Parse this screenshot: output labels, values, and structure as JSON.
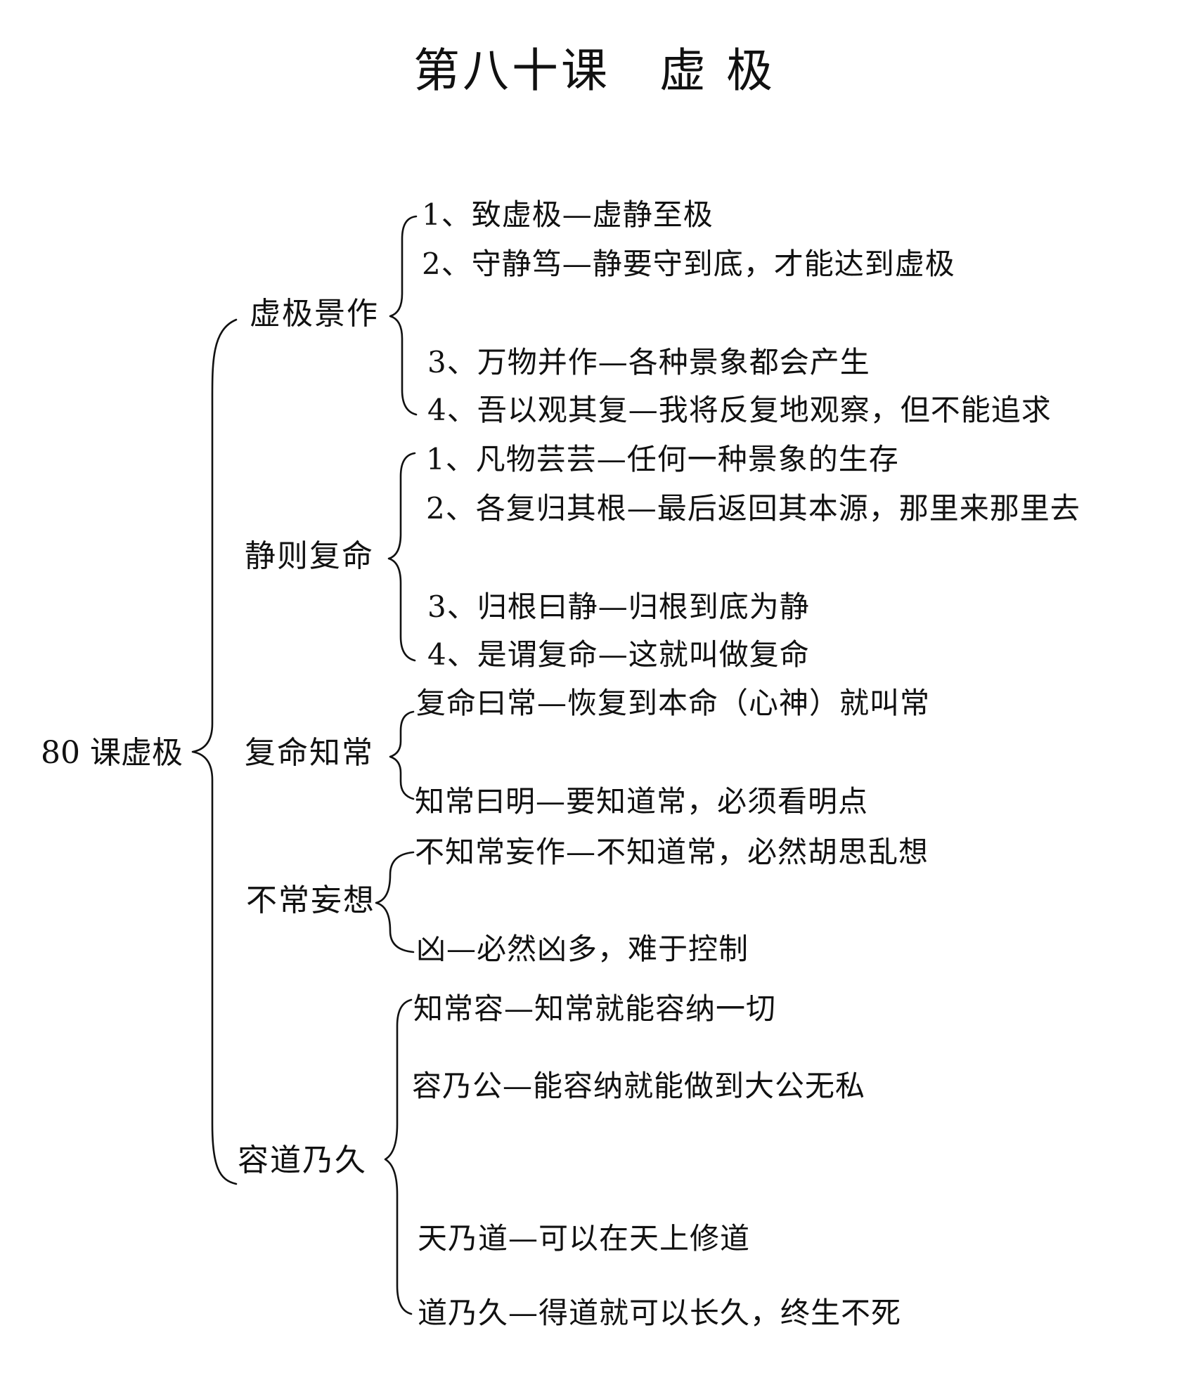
{
  "title": "第八十课　虚 极",
  "root": "80 课虚极",
  "branches": [
    {
      "label": "虚极景作",
      "items": [
        "1、致虚极—虚静至极",
        "2、守静笃—静要守到底，才能达到虚极",
        "3、万物并作—各种景象都会产生",
        "4、吾以观其复—我将反复地观察，但不能追求"
      ]
    },
    {
      "label": "静则复命",
      "items": [
        "1、凡物芸芸—任何一种景象的生存",
        "2、各复归其根—最后返回其本源，那里来那里去",
        "3、归根曰静—归根到底为静",
        "4、是谓复命—这就叫做复命"
      ]
    },
    {
      "label": "复命知常",
      "items": [
        "复命曰常—恢复到本命（心神）就叫常",
        "知常曰明—要知道常，必须看明点"
      ]
    },
    {
      "label": "不常妄想",
      "items": [
        "不知常妄作—不知道常，必然胡思乱想",
        "凶—必然凶多，难于控制"
      ]
    },
    {
      "label": "容道乃久",
      "items": [
        "知常容—知常就能容纳一切",
        "容乃公—能容纳就能做到大公无私",
        "天乃道—可以在天上修道",
        "道乃久—得道就可以长久，终生不死"
      ]
    }
  ]
}
